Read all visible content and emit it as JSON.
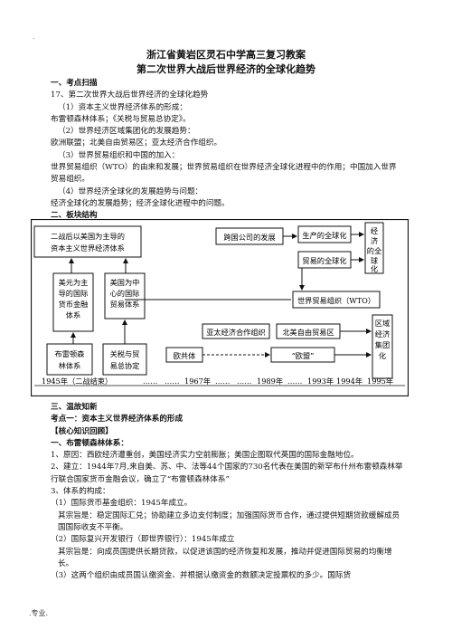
{
  "dot": ".",
  "title_school": "浙江省黄岩区灵石中学高三复习教案",
  "title_topic": "第二次世界大战后世界经济的全球化趋势",
  "sec1": {
    "heading": "一、考点扫描",
    "lines": [
      "17、第二次世界大战后世界经济的全球化趋势",
      "（1）资本主义世界经济体系的形成：",
      "布雷顿森林体系；《关税与贸易总协定》。",
      "（2）世界经济区域集团化的发展趋势：",
      "欧洲联盟；北美自由贸易区；亚太经济合作组织。",
      "（3）世界贸易组织和中国的加入：",
      "世界贸易组织（WTO）的由来和发展；世界贸易组织在世界经济全球化进程中的作用；中国加入世界贸易组织。",
      "（4）世界经济全球化的发展趋势与问题：",
      "经济全球化的发展趋势；经济全球化进程中的问题。"
    ]
  },
  "sec2": {
    "heading": "二、板块结构"
  },
  "diagram": {
    "left_top": "二战后以美国为主导的资本主义世界经济体系",
    "imf_box": "美元为主导的国际货币金融体系",
    "trade_box": "美国为中心的国际贸易体系",
    "bretton": "布雷顿森林体系",
    "gatt": "关税与贸易总协定",
    "multinational": "跨国公司的发展",
    "production": "生产的全球化",
    "trade_global": "贸易的全球化",
    "econ_global": "经济的全球化",
    "wto": "世界贸易组织（WTO）",
    "regional": "区域经济集团化",
    "apec": "亚太经济合作组织",
    "nafta": "北美自由贸易区",
    "ec": "欧共体",
    "eu": "“欧盟”",
    "timeline": [
      "1945年（二战结束）",
      "……",
      "……",
      "1967年",
      "……",
      "……",
      "1989年",
      "……",
      "1993年",
      "1994年",
      "1995年"
    ]
  },
  "sec3": {
    "heading": "三、温故知新",
    "point": "考点一：资本主义世界经济体系的形成",
    "review": "【核心知识回顾】",
    "sub": "一、布雷顿森林体系：",
    "l1": "1、原因：西欧经济遭重创，美国经济实力空前膨胀；美国企图取代英国的国际金融地位。",
    "l2": "2、建立：1944年7月,来自美、苏、中、法等44个国家的730名代表在美国的新罕布什州布雷顿森林举行联合国家货币金融会议，确立了“布雷顿森林体系”",
    "l3": "3、体系的构成：",
    "l4": "（1）国际货币基金组织：1945年成立。",
    "l5": "其宗旨是：稳定国际汇兑；协助建立多边支付制度；加强国际货币合作，通过提供短期贷款缓解成员国国际收支不平衡。",
    "l6": "（2）国际复兴开发银行（即世界银行）：1945年成立",
    "l7": "其宗旨是：向成员国提供长期贷款，以促进该国的经济恢复和发展，推动并促进国际贸易的均衡增长。",
    "l8": "（3）这两个组织由成员国认缴资金、并根据认缴资金的数额决定投票权的多少。国际货"
  },
  "footer": ".专业."
}
